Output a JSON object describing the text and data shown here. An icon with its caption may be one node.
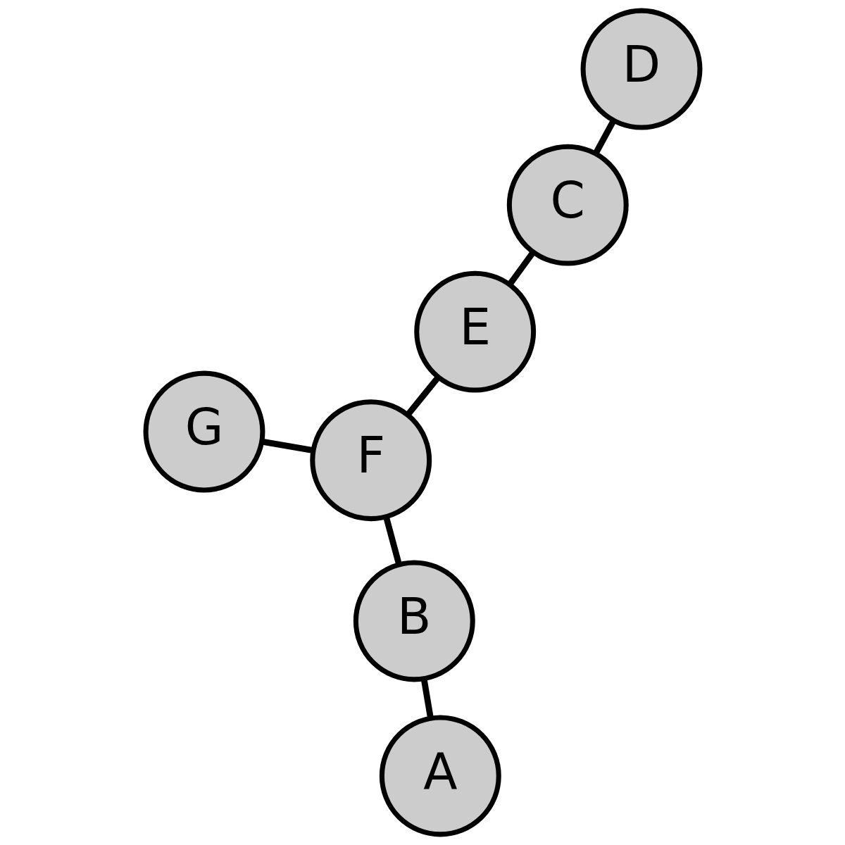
{
  "diagram": {
    "nodes": [
      {
        "text": [
          "A"
        ]
      },
      {
        "text": [
          "B"
        ]
      },
      {
        "text": [
          "C"
        ]
      },
      {
        "text": [
          "D"
        ]
      },
      {
        "text": [
          "E"
        ]
      },
      {
        "text": [
          "F"
        ]
      },
      {
        "text": [
          "G"
        ]
      }
    ],
    "edges": [
      {
        "from": 0,
        "to": 1,
        "arrow": "none"
      },
      {
        "from": 1,
        "to": 5,
        "arrow": "none"
      },
      {
        "from": 5,
        "to": 6,
        "arrow": "none"
      },
      {
        "from": 5,
        "to": 4,
        "arrow": "none"
      },
      {
        "from": 4,
        "to": 2,
        "arrow": "none"
      },
      {
        "from": 2,
        "to": 3,
        "arrow": "none"
      }
    ]
  }
}
